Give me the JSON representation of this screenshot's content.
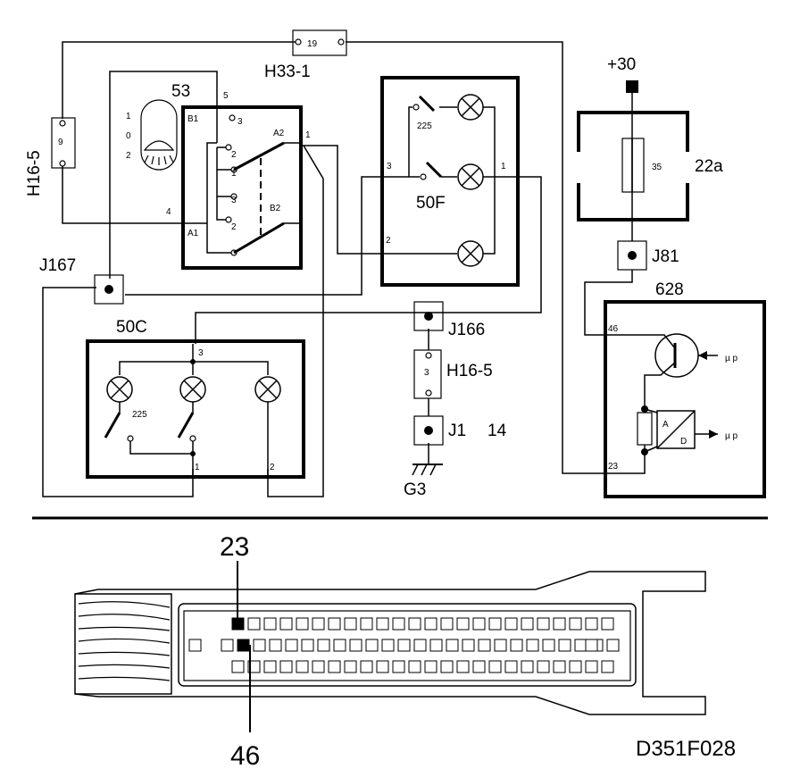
{
  "figure_id": "D351F028",
  "components": {
    "h33": {
      "ref": "H33-1",
      "pin": "19"
    },
    "h16_top": {
      "ref": "H16-5",
      "pin": "9"
    },
    "switch_53": {
      "ref": "53",
      "pos_1": "1",
      "pos_0": "0",
      "pos_2": "2",
      "b1": "B1",
      "a1": "A1",
      "a2": "A2",
      "b2": "B2",
      "pin_5": "5",
      "pin_4": "4",
      "pin_1": "1",
      "contact_3": "3",
      "c2a": "2",
      "c1": "1",
      "c3": "3",
      "c2b": "2"
    },
    "lamp_50f": {
      "ref": "50F",
      "label_225": "225",
      "pin_3": "3",
      "pin_1": "1",
      "pin_2": "2"
    },
    "lamp_50c": {
      "ref": "50C",
      "label_225": "225",
      "pin_3": "3",
      "pin_1": "1",
      "pin_2": "2"
    },
    "plus30": "+30",
    "fuse_22a": {
      "ref": "22a",
      "value": "35"
    },
    "j81": "J81",
    "ecu_628": {
      "ref": "628",
      "pin_46": "46",
      "pin_23": "23",
      "a": "A",
      "d": "D",
      "mup1": "µ p",
      "mup2": "µ p"
    },
    "j167": "J167",
    "j166": "J166",
    "h16_bot": {
      "ref": "H16-5",
      "pin": "3"
    },
    "j1": {
      "ref": "J1",
      "num": "14"
    },
    "ground": "G3",
    "connector": {
      "pin_top": "23",
      "pin_bottom": "46"
    }
  }
}
